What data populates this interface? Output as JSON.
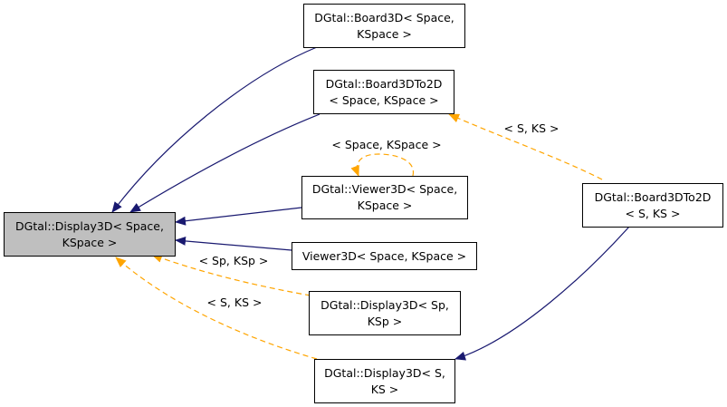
{
  "colors": {
    "inheritance_edge": "#191970",
    "template_edge": "#ffa500",
    "node_border": "#000000",
    "root_fill": "#bfbfbf",
    "node_fill": "#ffffff"
  },
  "nodes": {
    "display3d_space": {
      "lines": [
        "DGtal::Display3D< Space,",
        "KSpace >"
      ]
    },
    "board3d": {
      "lines": [
        "DGtal::Board3D< Space,",
        "KSpace >"
      ]
    },
    "board3dto2d_space": {
      "lines": [
        "DGtal::Board3DTo2D",
        "< Space, KSpace >"
      ]
    },
    "viewer3d_dgtal": {
      "lines": [
        "DGtal::Viewer3D< Space,",
        "KSpace >"
      ]
    },
    "viewer3d_plain": {
      "lines": [
        "Viewer3D< Space, KSpace >"
      ]
    },
    "display3d_sp": {
      "lines": [
        "DGtal::Display3D< Sp,",
        "KSp >"
      ]
    },
    "display3d_s": {
      "lines": [
        "DGtal::Display3D< S,",
        "KS >"
      ]
    },
    "board3dto2d_s": {
      "lines": [
        "DGtal::Board3DTo2D",
        "< S, KS >"
      ]
    }
  },
  "edge_labels": {
    "viewer3d_self": "< Space, KSpace >",
    "board3dto2d_template": "< S, KS >",
    "display3d_sp_template": "< Sp, KSp >",
    "display3d_s_template": "< S, KS >"
  }
}
